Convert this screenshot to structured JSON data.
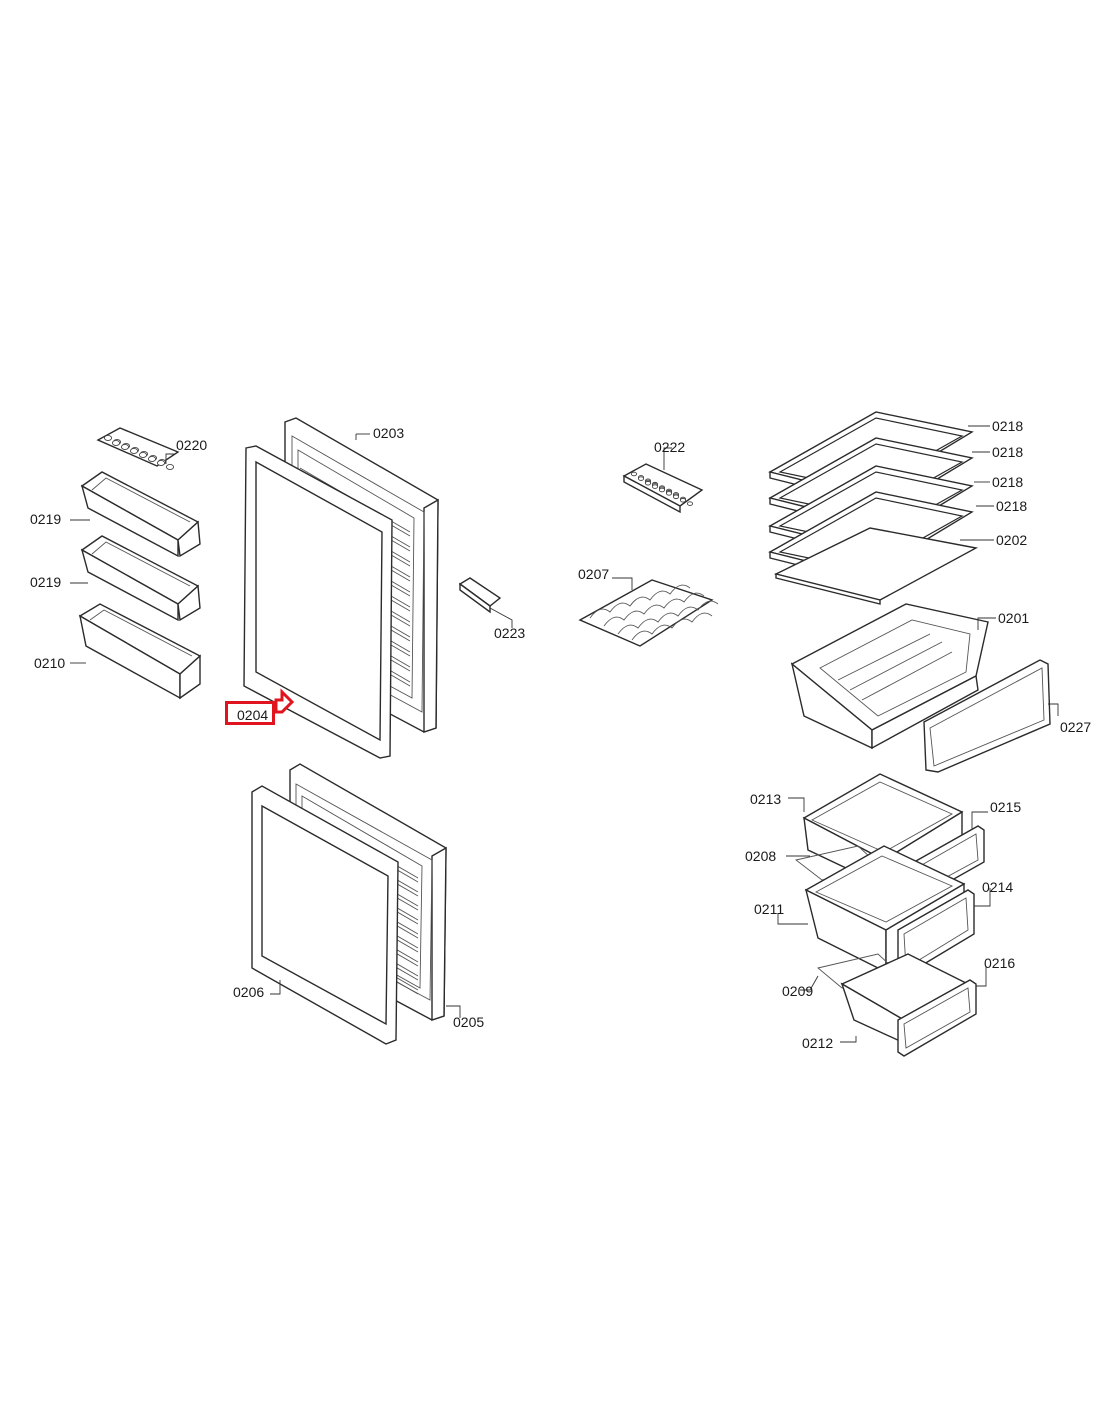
{
  "diagram": {
    "highlight_color": "#e0141e",
    "highlighted_part": "0204",
    "labels": {
      "p0220": "0220",
      "p0219a": "0219",
      "p0219b": "0219",
      "p0210": "0210",
      "p0203": "0203",
      "p0204": "0204",
      "p0223": "0223",
      "p0206": "0206",
      "p0205": "0205",
      "p0222": "0222",
      "p0207": "0207",
      "p0218a": "0218",
      "p0218b": "0218",
      "p0218c": "0218",
      "p0218d": "0218",
      "p0202": "0202",
      "p0201": "0201",
      "p0227": "0227",
      "p0213": "0213",
      "p0215": "0215",
      "p0208": "0208",
      "p0214": "0214",
      "p0211": "0211",
      "p0216": "0216",
      "p0209": "0209",
      "p0212": "0212"
    }
  }
}
